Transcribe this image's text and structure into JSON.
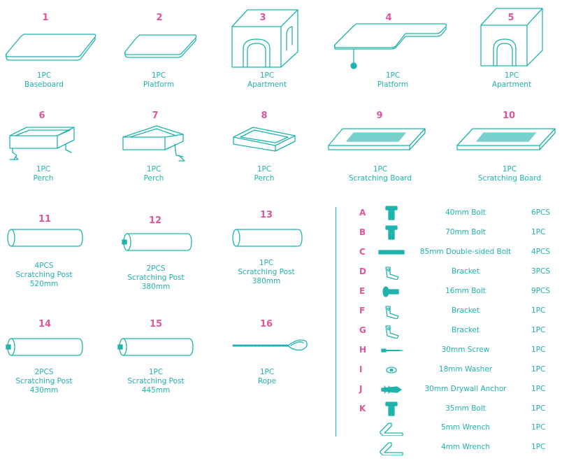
{
  "parts": [
    {
      "number": "1",
      "qty": "1PC",
      "name": "Baseboard"
    },
    {
      "number": "2",
      "qty": "1PC",
      "name": "Platform"
    },
    {
      "number": "3",
      "qty": "1PC",
      "name": "Apartment"
    },
    {
      "number": "4",
      "qty": "1PC",
      "name": "Platform"
    },
    {
      "number": "5",
      "qty": "1PC",
      "name": "Apartment"
    },
    {
      "number": "6",
      "qty": "1PC",
      "name": "Perch"
    },
    {
      "number": "7",
      "qty": "1PC",
      "name": "Perch"
    },
    {
      "number": "8",
      "qty": "1PC",
      "name": "Perch"
    },
    {
      "number": "9",
      "qty": "1PC",
      "name": "Scratching Board"
    },
    {
      "number": "10",
      "qty": "1PC",
      "name": "Scratching Board"
    },
    {
      "number": "11",
      "qty": "4PCS",
      "name": "Scratching Post",
      "size": "520mm"
    },
    {
      "number": "12",
      "qty": "2PCS",
      "name": "Scratching Post",
      "size": "380mm"
    },
    {
      "number": "13",
      "qty": "1PC",
      "name": "Scratching Post",
      "size": "380mm"
    },
    {
      "number": "14",
      "qty": "2PCS",
      "name": "Scratching Post",
      "size": "430mm"
    },
    {
      "number": "15",
      "qty": "1PC",
      "name": "Scratching Post",
      "size": "445mm"
    },
    {
      "number": "16",
      "qty": "1PC",
      "name": "Rope"
    }
  ],
  "hardware": [
    {
      "letter": "A",
      "name": "40mm Bolt",
      "qty": "6PCS",
      "icon": "t-bolt-icon"
    },
    {
      "letter": "B",
      "name": "70mm Bolt",
      "qty": "1PC",
      "icon": "t-bolt-icon"
    },
    {
      "letter": "C",
      "name": "85mm Double-sided Bolt",
      "qty": "4PCS",
      "icon": "double-bolt-icon"
    },
    {
      "letter": "D",
      "name": "Bracket",
      "qty": "3PCS",
      "icon": "bracket-icon"
    },
    {
      "letter": "E",
      "name": "16mm Bolt",
      "qty": "9PCS",
      "icon": "bolt-icon"
    },
    {
      "letter": "F",
      "name": "Bracket",
      "qty": "1PC",
      "icon": "bracket-icon"
    },
    {
      "letter": "G",
      "name": "Bracket",
      "qty": "1PC",
      "icon": "bracket-icon"
    },
    {
      "letter": "H",
      "name": "30mm Screw",
      "qty": "1PC",
      "icon": "screw-icon"
    },
    {
      "letter": "I",
      "name": "18mm Washer",
      "qty": "1PC",
      "icon": "washer-icon"
    },
    {
      "letter": "J",
      "name": "30mm Drywall Anchor",
      "qty": "1PC",
      "icon": "anchor-icon"
    },
    {
      "letter": "K",
      "name": "35mm Bolt",
      "qty": "1PC",
      "icon": "t-bolt-icon"
    },
    {
      "letter": "",
      "name": "5mm Wrench",
      "qty": "1PC",
      "icon": "wrench-icon"
    },
    {
      "letter": "",
      "name": "4mm Wrench",
      "qty": "1PC",
      "icon": "wrench-icon"
    }
  ],
  "colors": {
    "accent": "#1fb3ad",
    "number": "#e0569a"
  }
}
